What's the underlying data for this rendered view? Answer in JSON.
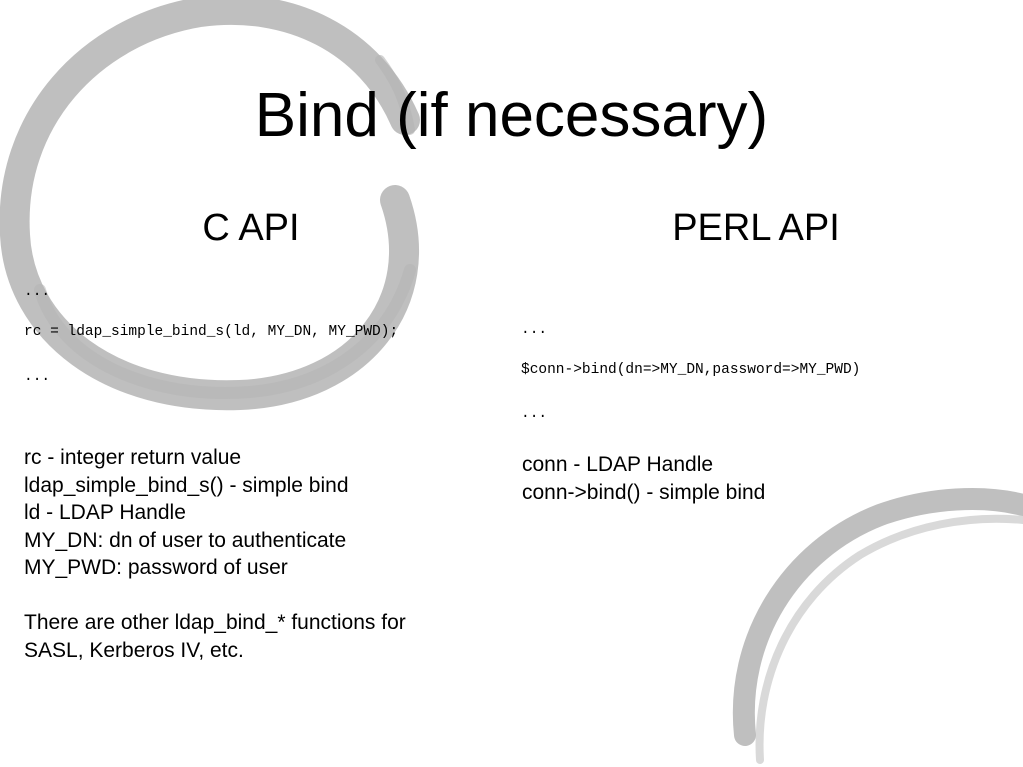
{
  "slide": {
    "title": "Bind (if necessary)"
  },
  "left_column": {
    "heading": "C API",
    "code_lines": [
      "...",
      "rc = ldap_simple_bind_s(ld, MY_DN, MY_PWD);",
      "..."
    ],
    "notes": [
      "rc - integer return value",
      "ldap_simple_bind_s() - simple bind",
      "ld - LDAP Handle",
      "MY_DN: dn of user to authenticate",
      "MY_PWD: password of user"
    ],
    "footer_lines": [
      "There are other ldap_bind_* functions for",
      "SASL, Kerberos IV, etc."
    ]
  },
  "right_column": {
    "heading": "PERL API",
    "code_lines": [
      "...",
      "$conn->bind(dn=>MY_DN,password=>MY_PWD)",
      "..."
    ],
    "notes": [
      "conn - LDAP Handle",
      "conn->bind() - simple bind"
    ]
  },
  "theme": {
    "background": "#ffffff",
    "swirl_color": "#b4b4b4",
    "text_color": "#000000"
  }
}
